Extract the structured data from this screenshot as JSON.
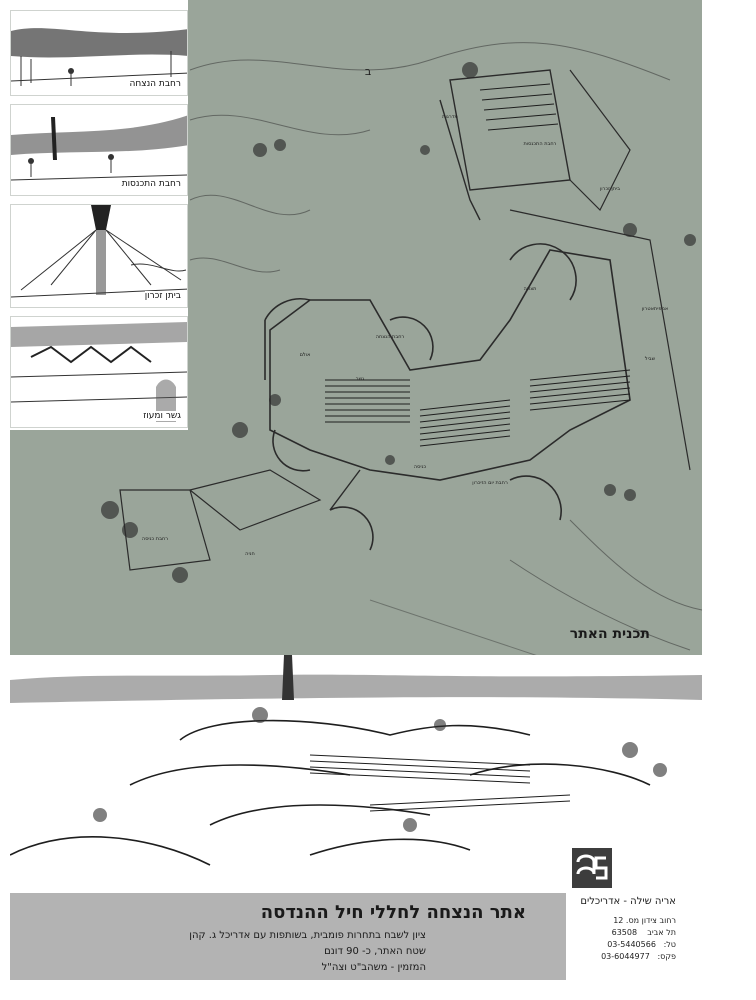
{
  "sketches": [
    {
      "label": "רחבת הנצחה"
    },
    {
      "label": "רחבת התכנסות"
    },
    {
      "label": "ביתן זכרון"
    },
    {
      "label": "גשר ומעוז"
    }
  ],
  "plan": {
    "caption": "תכנית האתר",
    "north_marker": "ב",
    "labels": {
      "top_stairs": "מדרגות",
      "plaza_gathering": "רחבת התכנסות",
      "plaza_memorial": "רחבת הנצחה",
      "pavilion": "ביתן זכרון",
      "bridge": "גשר",
      "entrance": "כניסה",
      "plaza_entrance": "רחבת כניסה",
      "plaza_memorial_day": "רחבת יום הזיכרון",
      "hall": "אולם",
      "exhibit": "תצוגה",
      "amphitheater": "אמפיתאטרון",
      "parking": "חניה",
      "path": "שביל"
    }
  },
  "title_block": {
    "title": "אתר הנצחה לחללי  חיל ההנדסה",
    "line1": "ציון לשבח בתחרות פומבית, בשותפות עם אדריכל ג. קהן",
    "line2": "שטח האתר, כ- 90 דונם",
    "line3": "המזמין - משהב\"ט וצה\"ל"
  },
  "firm": {
    "name": "אריה שילה - אדריכלים",
    "street": "רחוב צידון מס. 12",
    "city": "תל אביב",
    "zip": "63508",
    "tel_label": "טל:",
    "tel": "03-5440566",
    "fax_label": "פקס:",
    "fax": "03-6044977"
  }
}
